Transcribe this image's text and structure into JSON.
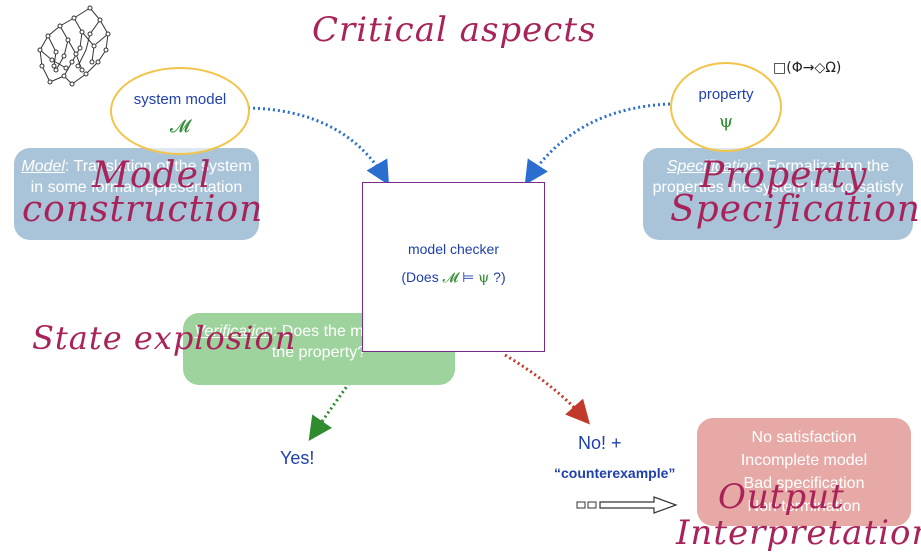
{
  "title": "Critical aspects",
  "formula_top_right": "□(Φ→◇Ω)",
  "system_model": {
    "label": "system model",
    "symbol": "𝓜"
  },
  "property": {
    "label": "property",
    "symbol": "ψ"
  },
  "model_box": {
    "lead": "Model",
    "rest": ": Translation of the system in some formal representation"
  },
  "spec_box": {
    "lead": "Specification",
    "rest": ": Formalization the properties the system has to satisfy"
  },
  "verification_box": {
    "lead": "Verification",
    "rest": ": Does the model satisfy the property?"
  },
  "checker": {
    "label": "model checker",
    "question_prefix": "(Does ",
    "question_m": "𝓜",
    "question_models": " ⊨ ",
    "question_psi": "ψ",
    "question_suffix": " ?)"
  },
  "yes": "Yes!",
  "no": "No! +",
  "counterexample": "“counterexample”",
  "output_box": {
    "lines": [
      "No satisfaction",
      "Incomplete model",
      "Bad specification",
      "Non termination"
    ]
  },
  "aspects": {
    "model_construction_1": "Model",
    "model_construction_2": "construction",
    "property_spec_1": "Property",
    "property_spec_2": "Specification",
    "state_explosion": "State explosion",
    "output_1": "Output",
    "output_2": "Interpretation"
  },
  "colors": {
    "accent": "#a8235a",
    "ellipse": "#f3c44a",
    "blue_box": "#a9c4d8",
    "green_box": "#9ed39e",
    "red_box": "#e7a9a5",
    "checker_border": "#7a2a8a",
    "blue_arrow": "#2a6fd0",
    "green_arrow": "#2e8b2e",
    "red_arrow": "#c0392b"
  }
}
